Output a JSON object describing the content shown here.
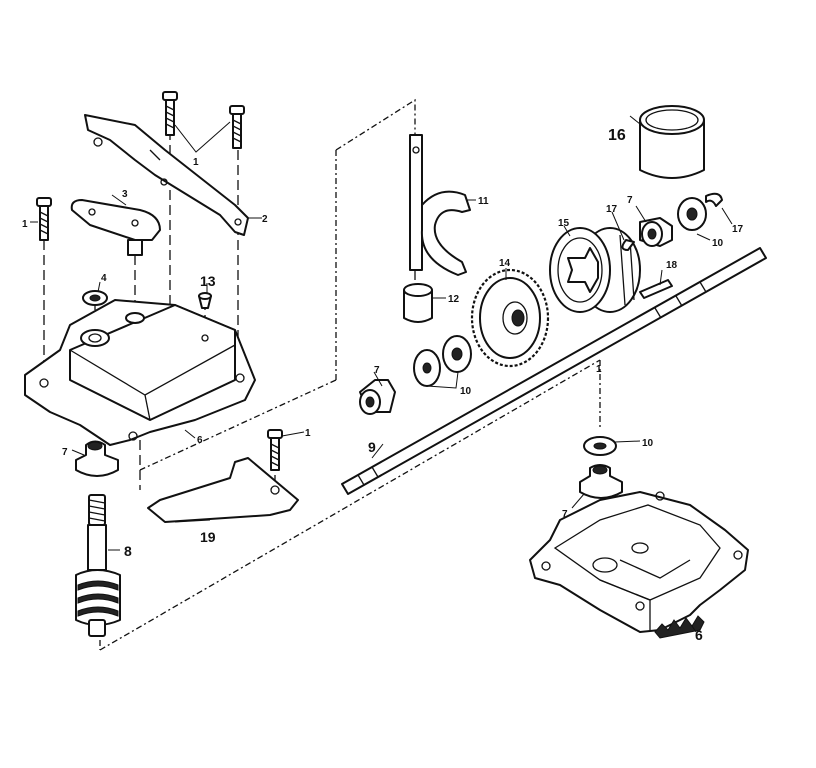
{
  "diagram": {
    "callouts": {
      "c1_top": "1",
      "c1_left": "1",
      "c1_plate": "1",
      "c1_shaft": "1",
      "c2": "2",
      "c3": "3",
      "c4": "4",
      "c6_housing": "6",
      "c6_base": "6",
      "c7_left": "7",
      "c7_mid": "7",
      "c7_right": "7",
      "c7_base": "7",
      "c8": "8",
      "c9": "9",
      "c10_mid": "10",
      "c10_right": "10",
      "c10_base": "10",
      "c11": "11",
      "c12": "12",
      "c13": "13",
      "c14": "14",
      "c15": "15",
      "c16": "16",
      "c17_a": "17",
      "c17_b": "17",
      "c18": "18",
      "c19": "19"
    }
  }
}
